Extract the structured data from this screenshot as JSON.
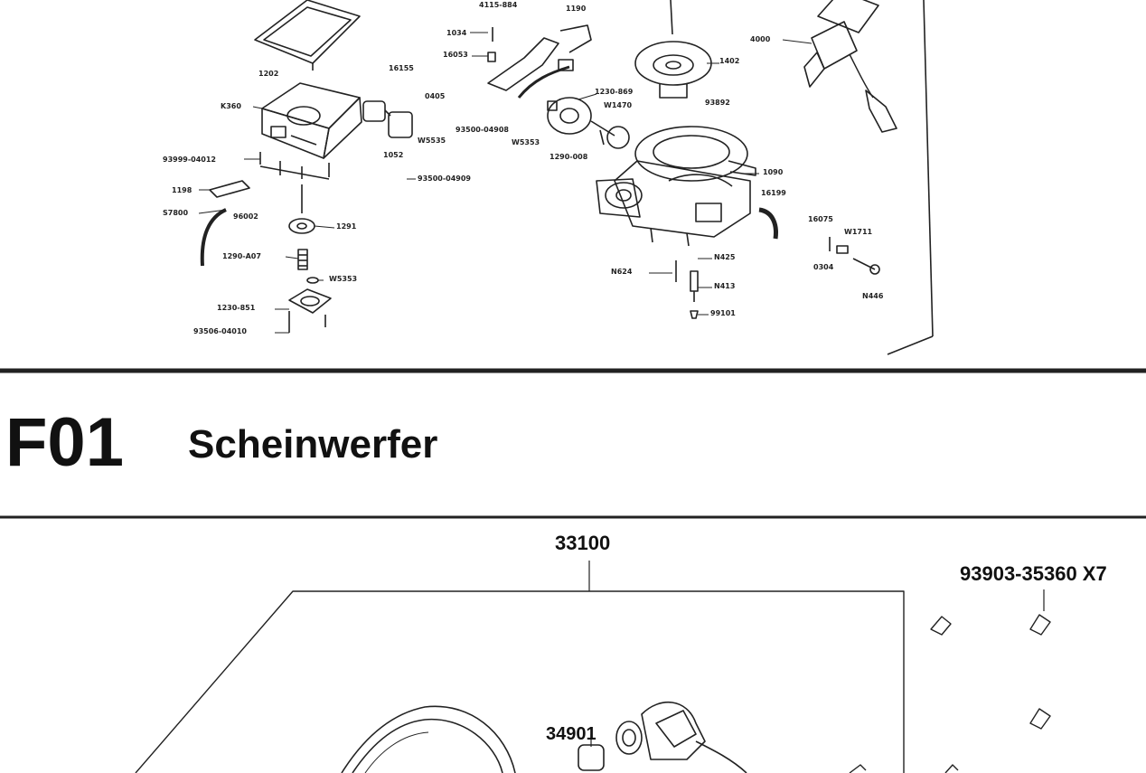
{
  "upper_diagram": {
    "labels": [
      {
        "id": "4115-884",
        "text": "4115-884"
      },
      {
        "id": "1190",
        "text": "1190"
      },
      {
        "id": "1034",
        "text": "1034"
      },
      {
        "id": "16053",
        "text": "16053"
      },
      {
        "id": "16155",
        "text": "16155"
      },
      {
        "id": "0405",
        "text": "0405"
      },
      {
        "id": "1202",
        "text": "1202"
      },
      {
        "id": "K360",
        "text": "K360"
      },
      {
        "id": "93999-04012",
        "text": "93999-04012"
      },
      {
        "id": "1198",
        "text": "1198"
      },
      {
        "id": "S7800",
        "text": "S7800"
      },
      {
        "id": "96002",
        "text": "96002"
      },
      {
        "id": "1052",
        "text": "1052"
      },
      {
        "id": "W5535",
        "text": "W5535"
      },
      {
        "id": "93500-04908",
        "text": "93500-04908"
      },
      {
        "id": "93500-04909",
        "text": "93500-04909"
      },
      {
        "id": "W5353a",
        "text": "W5353"
      },
      {
        "id": "1290-008",
        "text": "1290-008"
      },
      {
        "id": "1230-869",
        "text": "1230-869"
      },
      {
        "id": "W1470",
        "text": "W1470"
      },
      {
        "id": "93892",
        "text": "93892"
      },
      {
        "id": "1402",
        "text": "1402"
      },
      {
        "id": "4000",
        "text": "4000"
      },
      {
        "id": "1090",
        "text": "1090"
      },
      {
        "id": "16199",
        "text": "16199"
      },
      {
        "id": "16075",
        "text": "16075"
      },
      {
        "id": "W1711",
        "text": "W1711"
      },
      {
        "id": "0304",
        "text": "0304"
      },
      {
        "id": "N446",
        "text": "N446"
      },
      {
        "id": "1291",
        "text": "1291"
      },
      {
        "id": "1290-A07",
        "text": "1290-A07"
      },
      {
        "id": "W5353b",
        "text": "W5353"
      },
      {
        "id": "1230-851",
        "text": "1230-851"
      },
      {
        "id": "93506-04010",
        "text": "93506-04010"
      },
      {
        "id": "N624",
        "text": "N624"
      },
      {
        "id": "N425",
        "text": "N425"
      },
      {
        "id": "N413",
        "text": "N413"
      },
      {
        "id": "99101",
        "text": "99101"
      }
    ]
  },
  "section": {
    "code": "F01",
    "title": "Scheinwerfer"
  },
  "lower_diagram": {
    "labels": [
      {
        "id": "33100",
        "text": "33100"
      },
      {
        "id": "93903-35360",
        "text": "93903-35360 X7"
      },
      {
        "id": "34901",
        "text": "34901"
      }
    ]
  }
}
